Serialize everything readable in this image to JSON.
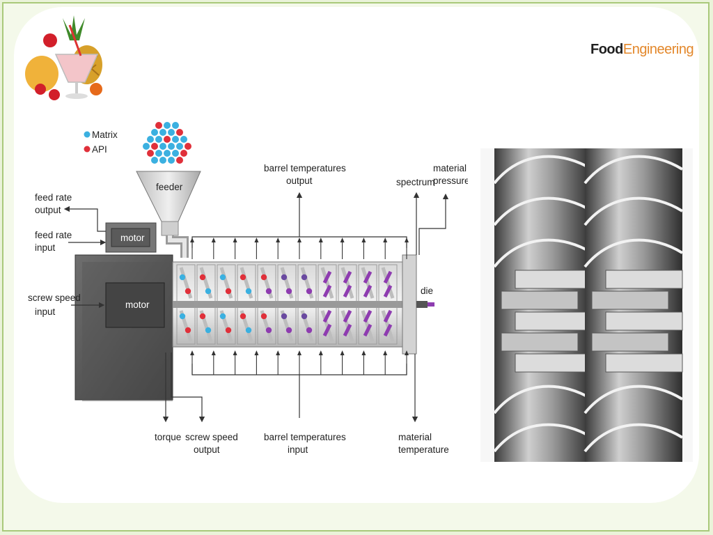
{
  "brand": {
    "part1": "Food",
    "part2": "Engineering"
  },
  "legend": {
    "matrix": "Matrix",
    "api": "API"
  },
  "labels": {
    "feeder": "feeder",
    "motor_small": "motor",
    "motor_large": "motor",
    "feed_rate_output": [
      "feed rate",
      "output"
    ],
    "feed_rate_input": [
      "feed rate",
      "input"
    ],
    "screw_speed_input": [
      "screw speed",
      "input"
    ],
    "barrel_temp_output": [
      "barrel temperatures",
      "output"
    ],
    "spectrum": "spectrum",
    "material_pressure": [
      "material",
      "pressure"
    ],
    "die": "die",
    "torque": "torque",
    "screw_speed_output": [
      "screw speed",
      "output"
    ],
    "barrel_temp_input": [
      "barrel temperatures",
      "input"
    ],
    "material_temperature": [
      "material",
      "temperature"
    ]
  },
  "colors": {
    "matrix": "#3bb0e0",
    "api": "#e0303a",
    "mixed": "#8e3cb0",
    "logo_accent": "#e3872a",
    "frame": "#a9c97a"
  },
  "icons": {
    "clipart": "fruit-smoothie-clipart",
    "photo": "twin-screw-elements-photo"
  }
}
